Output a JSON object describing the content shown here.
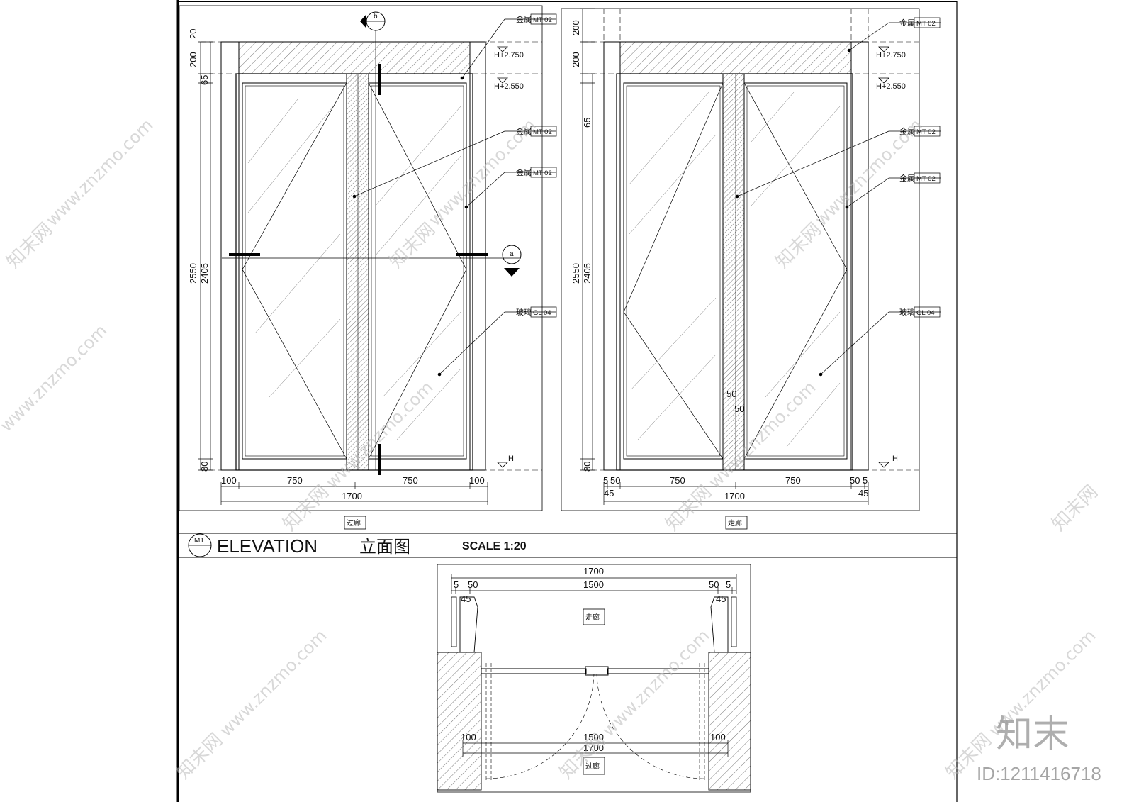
{
  "watermark": {
    "site": "www.znzmo.com",
    "brand_cn": "知末网",
    "logo": "知末",
    "id": "ID:1211416718"
  },
  "title_block": {
    "badge": "M1",
    "title_en": "ELEVATION",
    "title_cn": "立面图",
    "scale": "SCALE 1:20"
  },
  "tags": {
    "metal": "金属",
    "metal_code": "MT 02",
    "glass": "玻璃",
    "glass_code": "GL 04"
  },
  "levels": {
    "top": "H+2.750",
    "mid": "H+2.550",
    "floor": "H"
  },
  "rooms": {
    "corridor": "过廊",
    "hallway": "走廊"
  },
  "section_marks": {
    "b": "b",
    "a": "a"
  },
  "dims_left": {
    "v_20": "20",
    "v_200": "200",
    "v_65": "65",
    "v_2550": "2550",
    "v_2405": "2405",
    "v_80": "80",
    "h_100a": "100",
    "h_750a": "750",
    "h_750b": "750",
    "h_100b": "100",
    "h_1700": "1700"
  },
  "dims_right": {
    "v_200a": "200",
    "v_200b": "200",
    "v_65": "65",
    "v_2550": "2550",
    "v_2405": "2405",
    "v_80": "80",
    "h_5": "5",
    "h_50": "50",
    "h_750a": "750",
    "h_750b": "750",
    "h_50r": "50",
    "h_5r": "5",
    "h_45l": "45",
    "h_45r": "45",
    "h_1700": "1700",
    "mid_50a": "50",
    "mid_50b": "50"
  },
  "dims_plan": {
    "top_1700": "1700",
    "top_1500": "1500",
    "l5": "5",
    "l50": "50",
    "r50": "50",
    "r5": "5",
    "l45": "45",
    "r45": "45",
    "bot_100l": "100",
    "bot_1500": "1500",
    "bot_100r": "100",
    "bot_1700": "1700"
  }
}
